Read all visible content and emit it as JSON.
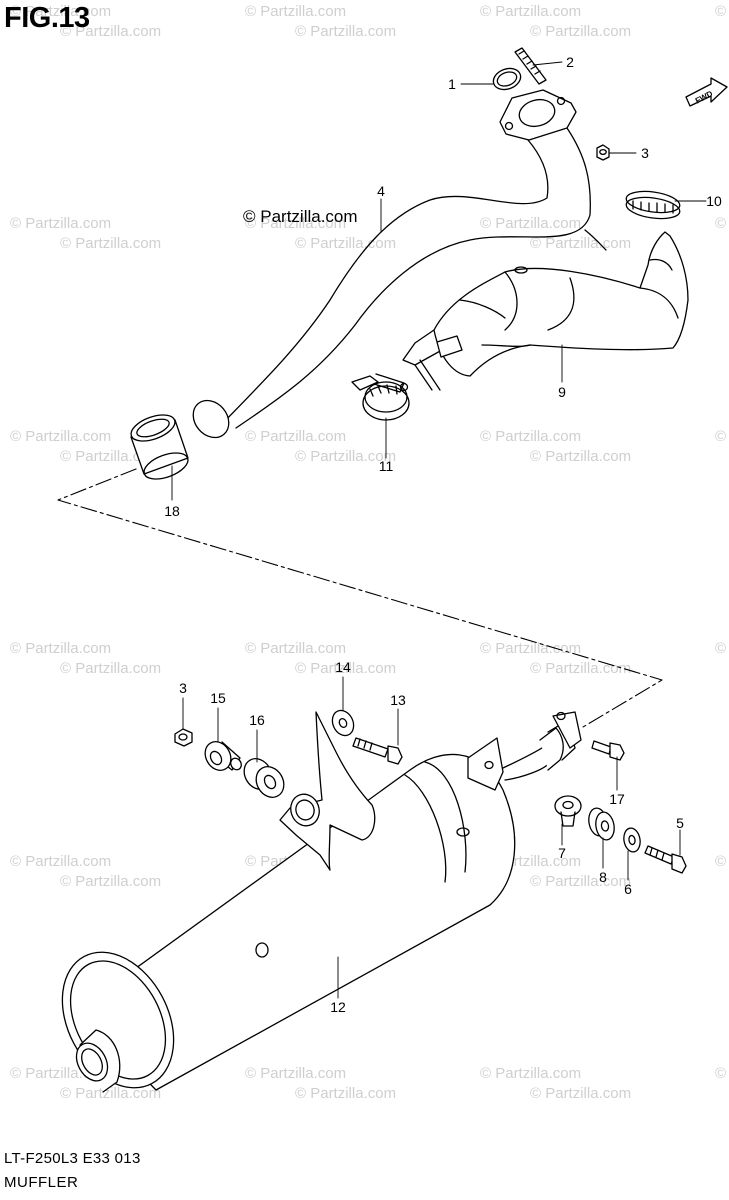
{
  "figure_label": "FIG.13",
  "drawing_code": "LT-F250L3  E33  013",
  "section_title": "MUFFLER",
  "copyright_notice": "© Partzilla.com",
  "watermark_text": "© Partzilla.com",
  "fwd_badge": "FWD",
  "part_callouts": [
    "1",
    "2",
    "3",
    "4",
    "10",
    "9",
    "11",
    "18",
    "14",
    "3",
    "15",
    "16",
    "13",
    "17",
    "5",
    "7",
    "8",
    "6",
    "12"
  ]
}
